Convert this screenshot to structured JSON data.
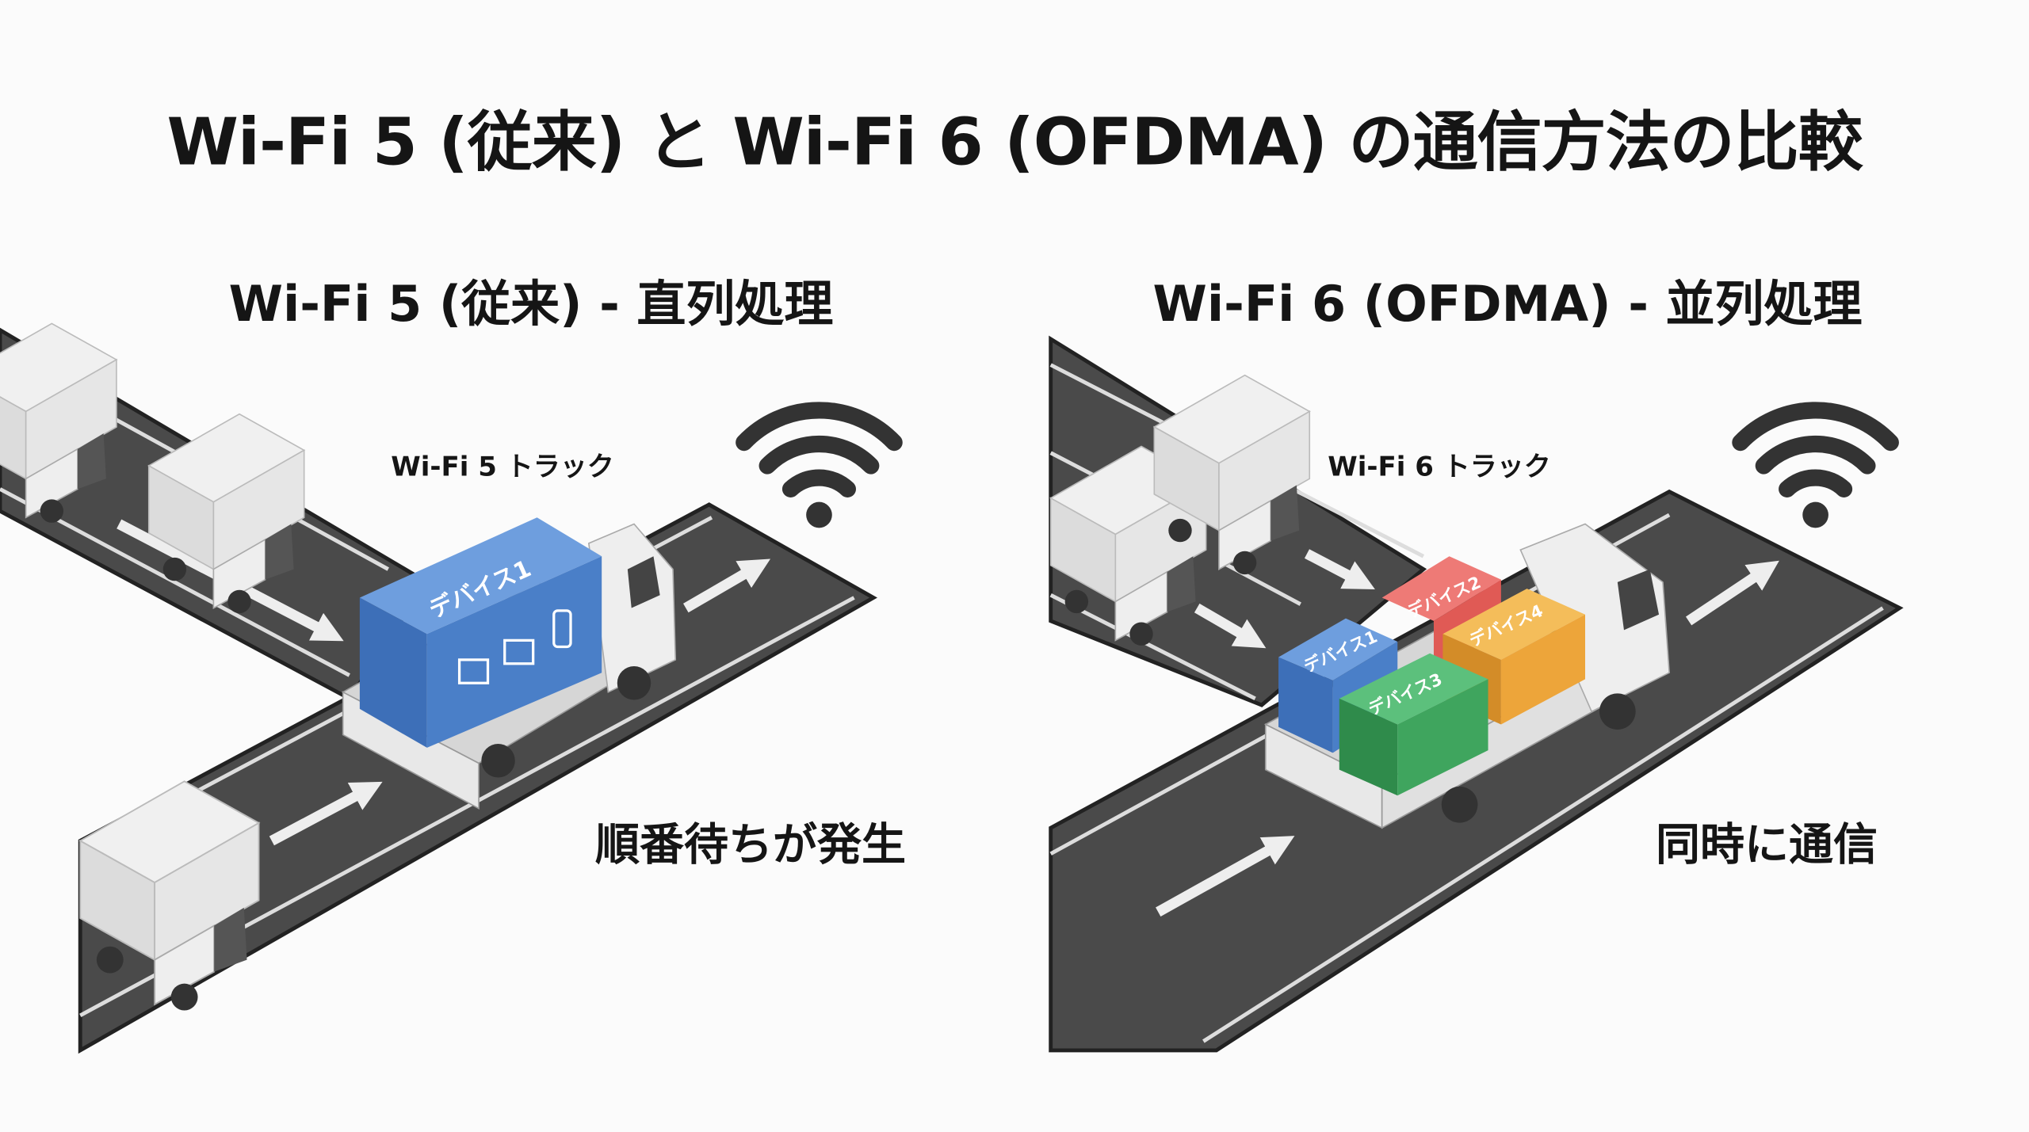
{
  "title": "Wi-Fi 5 (従来) と Wi-Fi 6 (OFDMA) の通信方法の比較",
  "left_panel": {
    "heading": "Wi-Fi 5 (従来) - 直列処理",
    "truck_label": "Wi-Fi 5 トラック",
    "boxes": [
      {
        "label": "デバイス1",
        "color": "#4a7fc8"
      }
    ],
    "caption": "順番待ちが発生",
    "icon": "wifi-icon"
  },
  "right_panel": {
    "heading": "Wi-Fi 6 (OFDMA) - 並列処理",
    "truck_label": "Wi-Fi 6 トラック",
    "boxes": [
      {
        "label": "デバイス1",
        "color": "#4a7fc8"
      },
      {
        "label": "デバイス2",
        "color": "#e05a55"
      },
      {
        "label": "デバイス3",
        "color": "#3fa55e"
      },
      {
        "label": "デバイス4",
        "color": "#eda53a"
      }
    ],
    "caption": "同時に通信",
    "icon": "wifi-icon"
  }
}
